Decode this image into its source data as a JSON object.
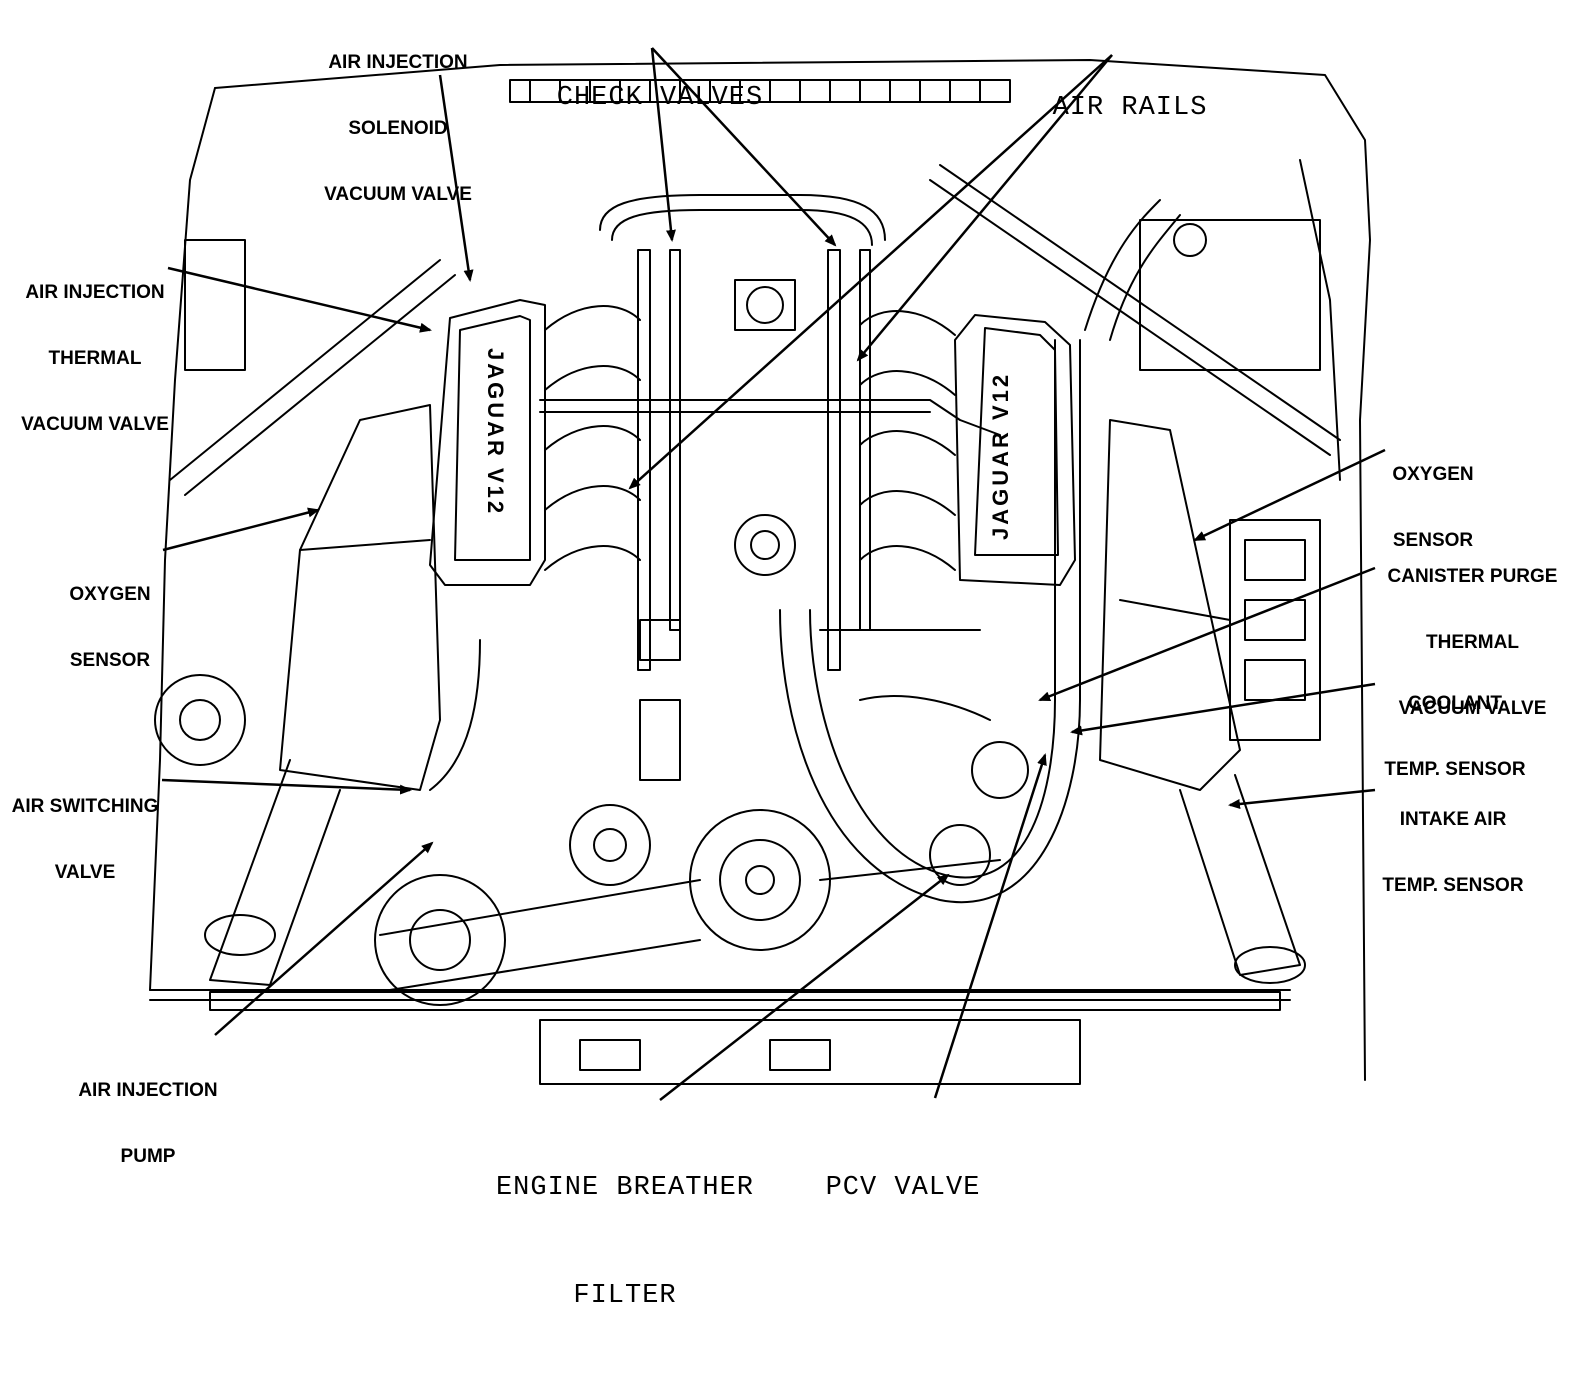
{
  "diagram": {
    "labels": {
      "air_injection_solenoid_vacuum_valve": [
        "AIR INJECTION",
        "SOLENOID",
        "VACUUM VALVE"
      ],
      "check_valves": [
        "CHECK VALVES"
      ],
      "air_rails": [
        "AIR RAILS"
      ],
      "air_injection_thermal_vacuum_valve": [
        "AIR INJECTION",
        "THERMAL",
        "VACUUM VALVE"
      ],
      "oxygen_sensor_left": [
        "OXYGEN",
        "SENSOR"
      ],
      "oxygen_sensor_right": [
        "OXYGEN",
        "SENSOR"
      ],
      "canister_purge_thermal_vacuum_valve": [
        "CANISTER PURGE",
        "THERMAL",
        "VACUUM VALVE"
      ],
      "coolant_temp_sensor": [
        "COOLANT",
        "TEMP. SENSOR"
      ],
      "intake_air_temp_sensor": [
        "INTAKE AIR",
        "TEMP. SENSOR"
      ],
      "air_switching_valve": [
        "AIR SWITCHING",
        "VALVE"
      ],
      "air_injection_pump": [
        "AIR INJECTION",
        "PUMP"
      ],
      "engine_breather_filter": [
        "ENGINE BREATHER",
        "FILTER"
      ],
      "pcv_valve": [
        "PCV VALVE"
      ]
    },
    "engine_badges": [
      "JAGUAR V12",
      "JAGUAR V12"
    ]
  }
}
